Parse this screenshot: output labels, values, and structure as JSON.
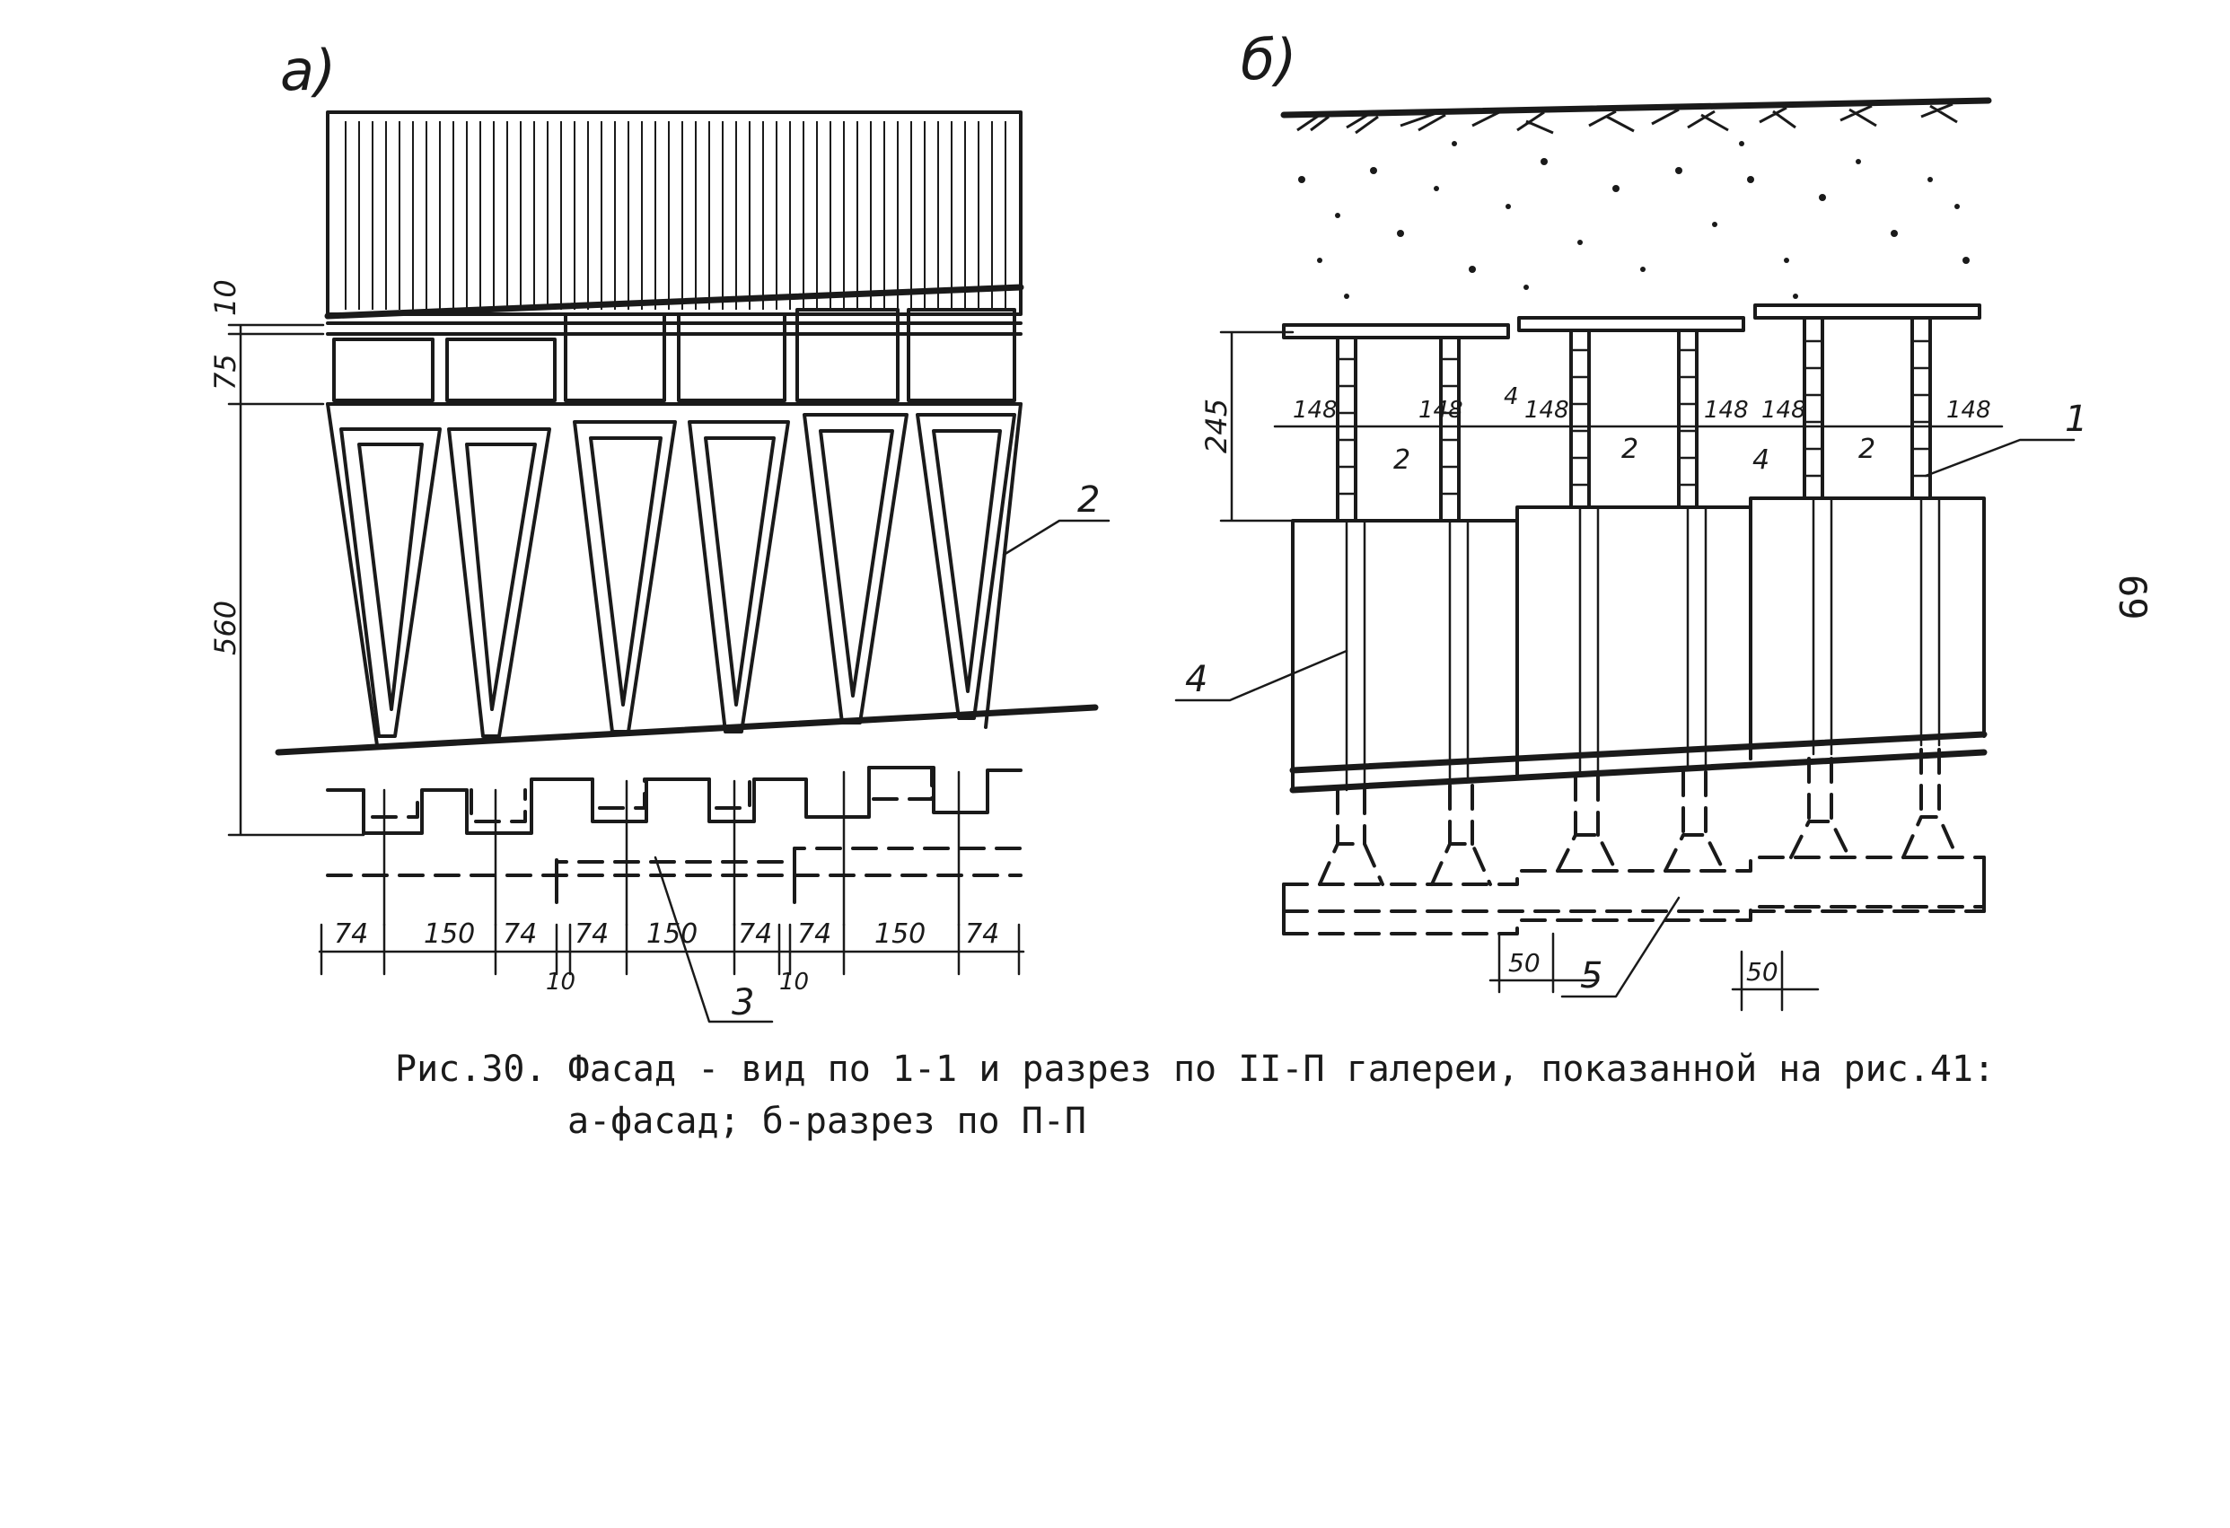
{
  "figure": {
    "panel_a_label": "a)",
    "panel_b_label": "б)",
    "caption_line1": "Рис.30. Фасад - вид по 1-1 и разрез по II-П галереи, показанной на рис.41:",
    "caption_line2": "а-фасад; б-разрез по П-П",
    "page_number": "69"
  },
  "panel_a": {
    "dim_vertical": [
      "10",
      "75",
      "560"
    ],
    "dim_bottom": [
      "74",
      "150",
      "74",
      "74",
      "150",
      "74",
      "74",
      "150",
      "74"
    ],
    "dim_gaps": [
      "10",
      "10"
    ],
    "callouts": [
      "2",
      "3"
    ]
  },
  "panel_b": {
    "dim_height": "245",
    "dim_flange": [
      "148",
      "148",
      "148",
      "148",
      "148",
      "148"
    ],
    "dim_web": [
      "2",
      "2",
      "2"
    ],
    "dim_joint": [
      "4",
      "4"
    ],
    "dim_bottom": [
      "50",
      "50"
    ],
    "callouts": [
      "1",
      "4",
      "5"
    ]
  }
}
